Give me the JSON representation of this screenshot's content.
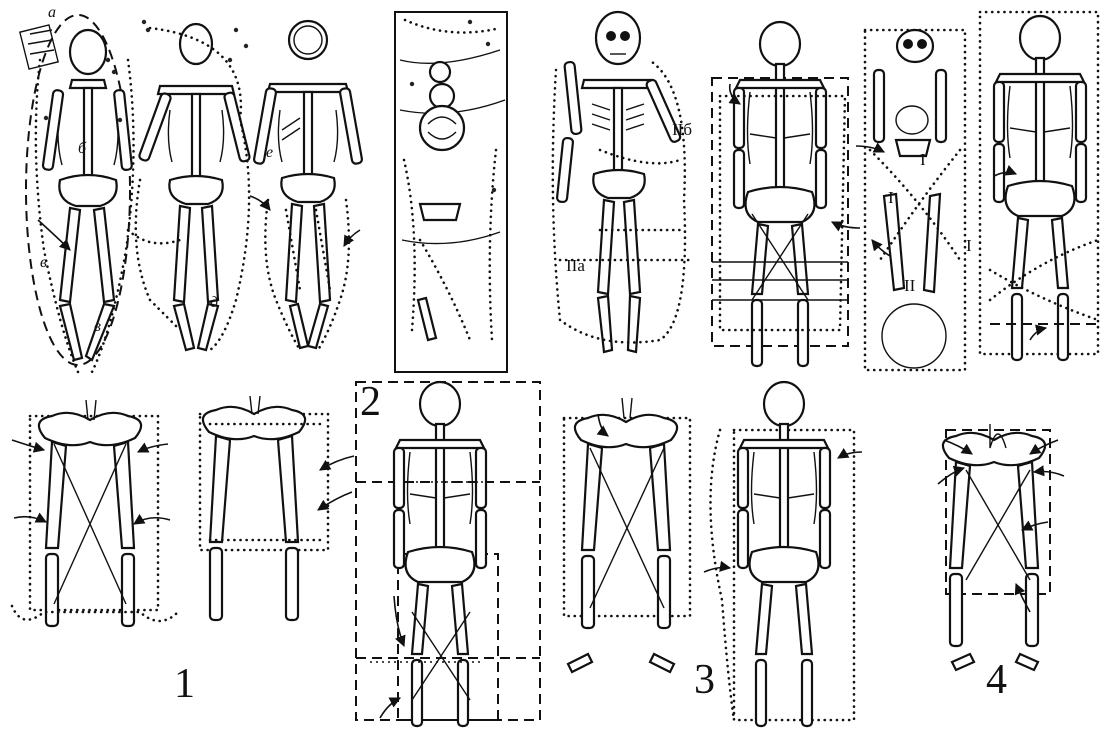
{
  "figure": {
    "group_labels": [
      "1",
      "2",
      "3",
      "4"
    ],
    "handwritten_marks": {
      "a": "a",
      "b": "б",
      "v1": "в",
      "v2": "в",
      "e": "е",
      "d": "д",
      "IIb": "IIб",
      "IIa": "IIа",
      "I1": "I",
      "I2": "I",
      "II": "II",
      "I3": "I"
    }
  }
}
